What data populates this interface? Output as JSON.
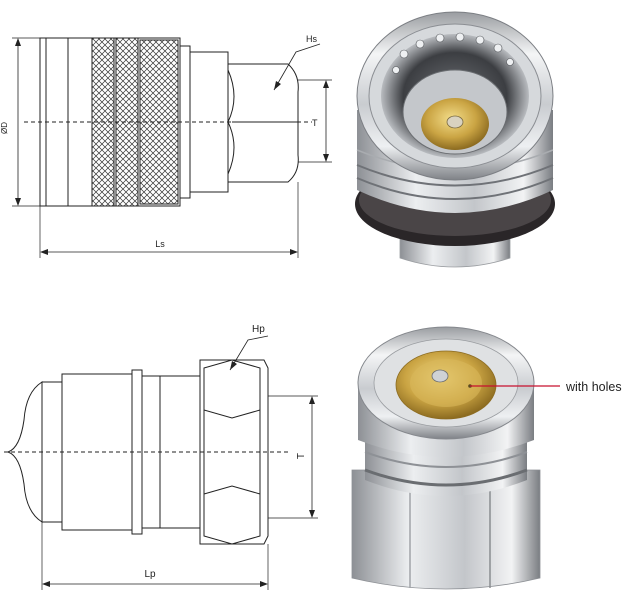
{
  "drawing_top": {
    "label_diameter": "ØD",
    "label_hex": "Hs",
    "label_thread": "T",
    "label_length": "Ls"
  },
  "drawing_bottom": {
    "label_hex": "Hp",
    "label_thread": "T",
    "label_length": "Lp"
  },
  "photo_bottom": {
    "callout": "with holes"
  },
  "colors": {
    "line": "#222222",
    "steel_light": "#e4e6e8",
    "steel_dark": "#8a8d91",
    "brass": "#c9a441",
    "black_ring": "#2a2628",
    "callout_line": "#c8102e"
  }
}
